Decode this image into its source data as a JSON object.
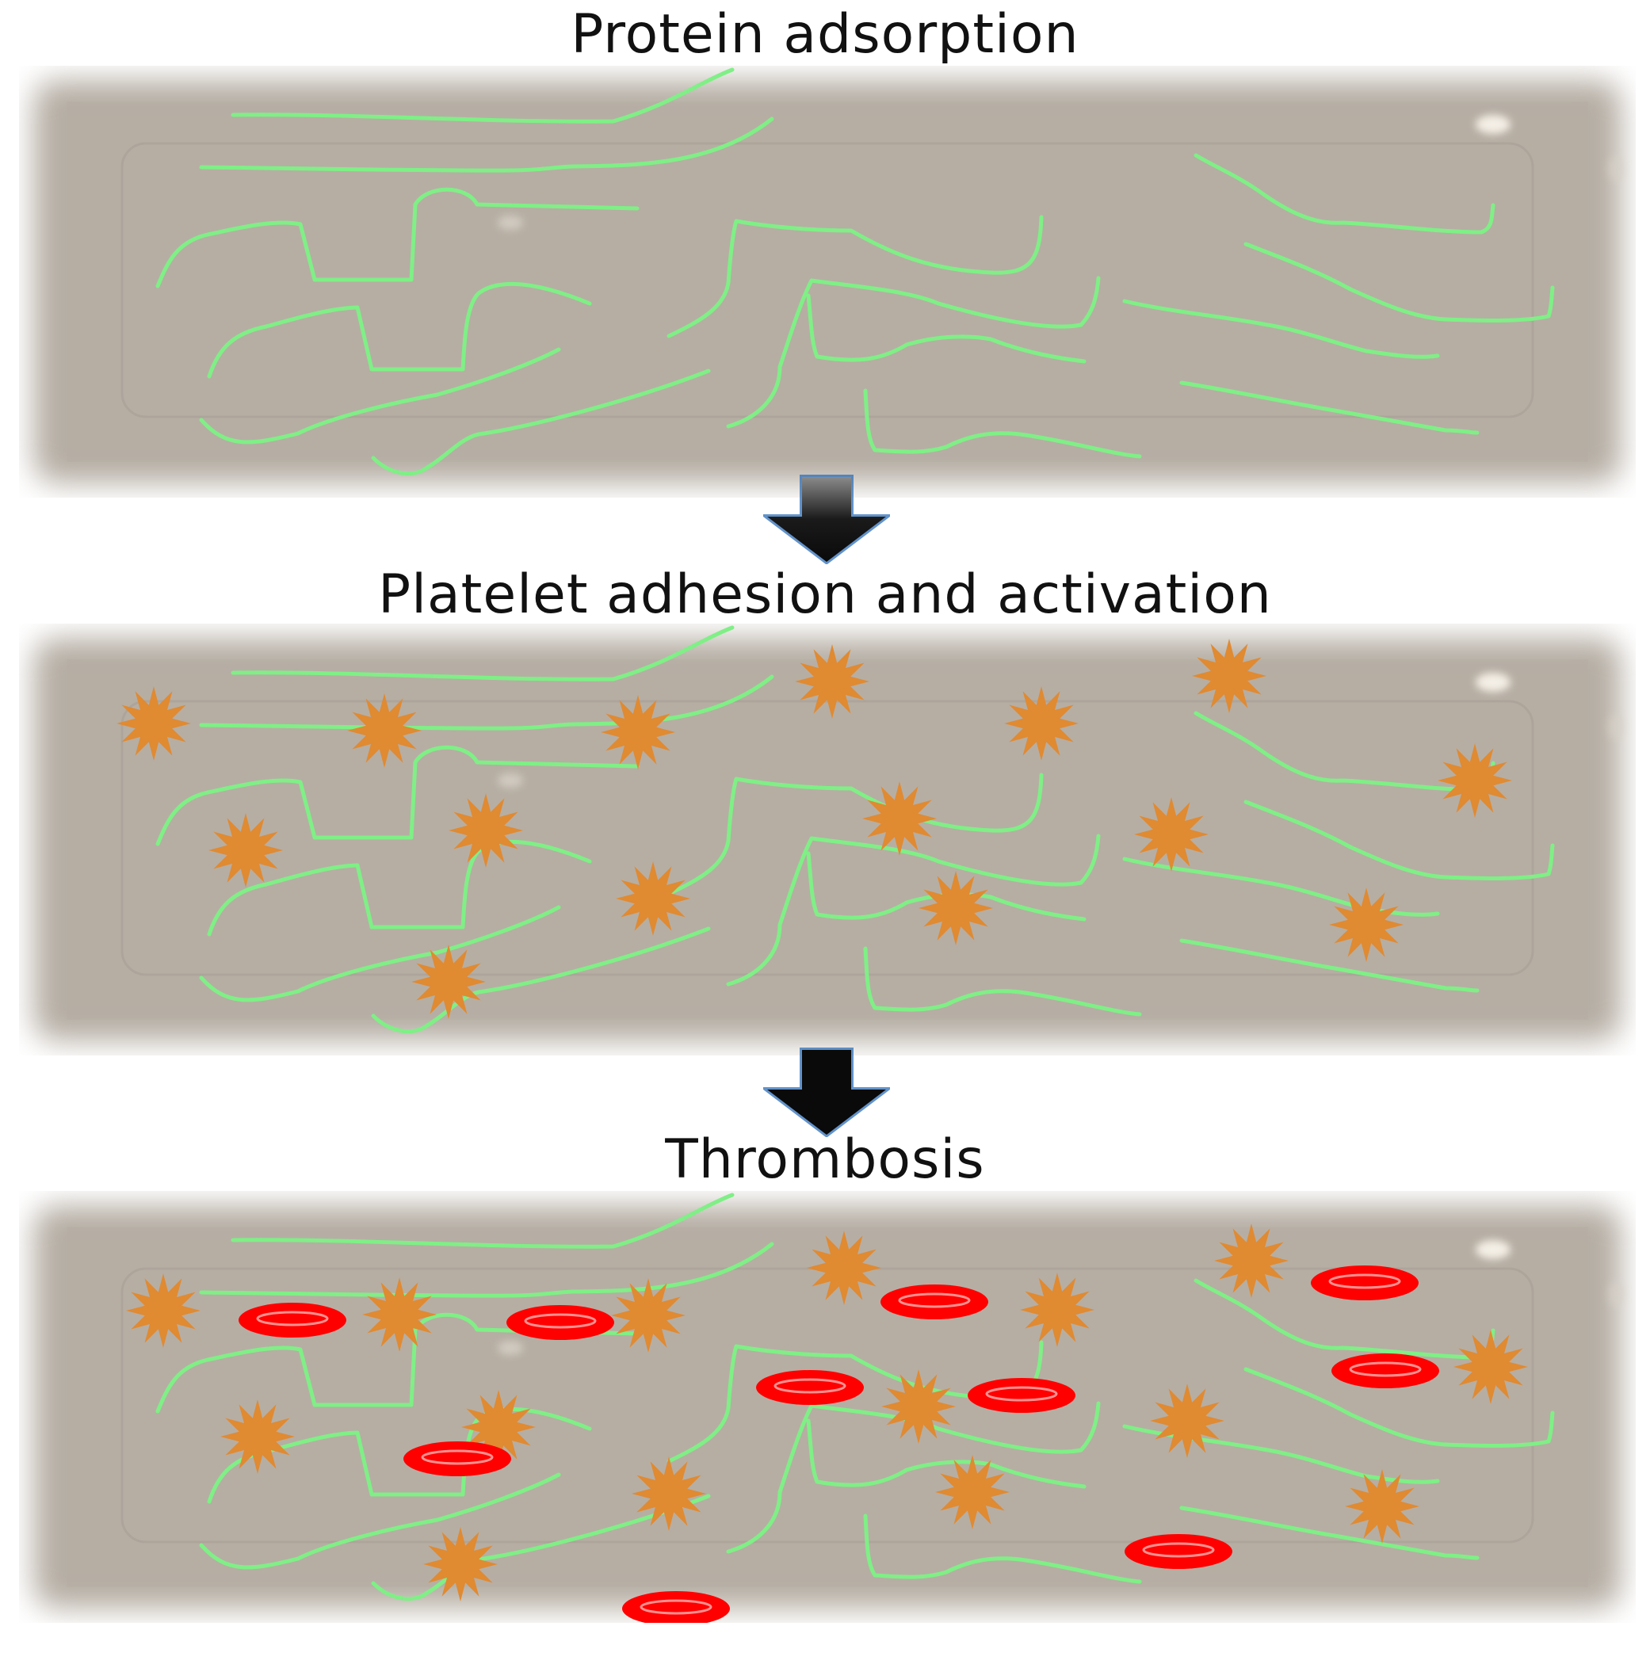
{
  "titles": {
    "protein_adsorption": "Protein adsorption",
    "platelet_adhesion": "Platelet adhesion and activation",
    "thrombosis": "Thrombosis"
  },
  "colors": {
    "fiber": "#7fef86",
    "platelet": "#e08a32",
    "red_cell": "#ff0000",
    "surface": "#b6aea4",
    "arrow": "#0a0a0a",
    "arrow_glow": "#2e6fb8"
  }
}
